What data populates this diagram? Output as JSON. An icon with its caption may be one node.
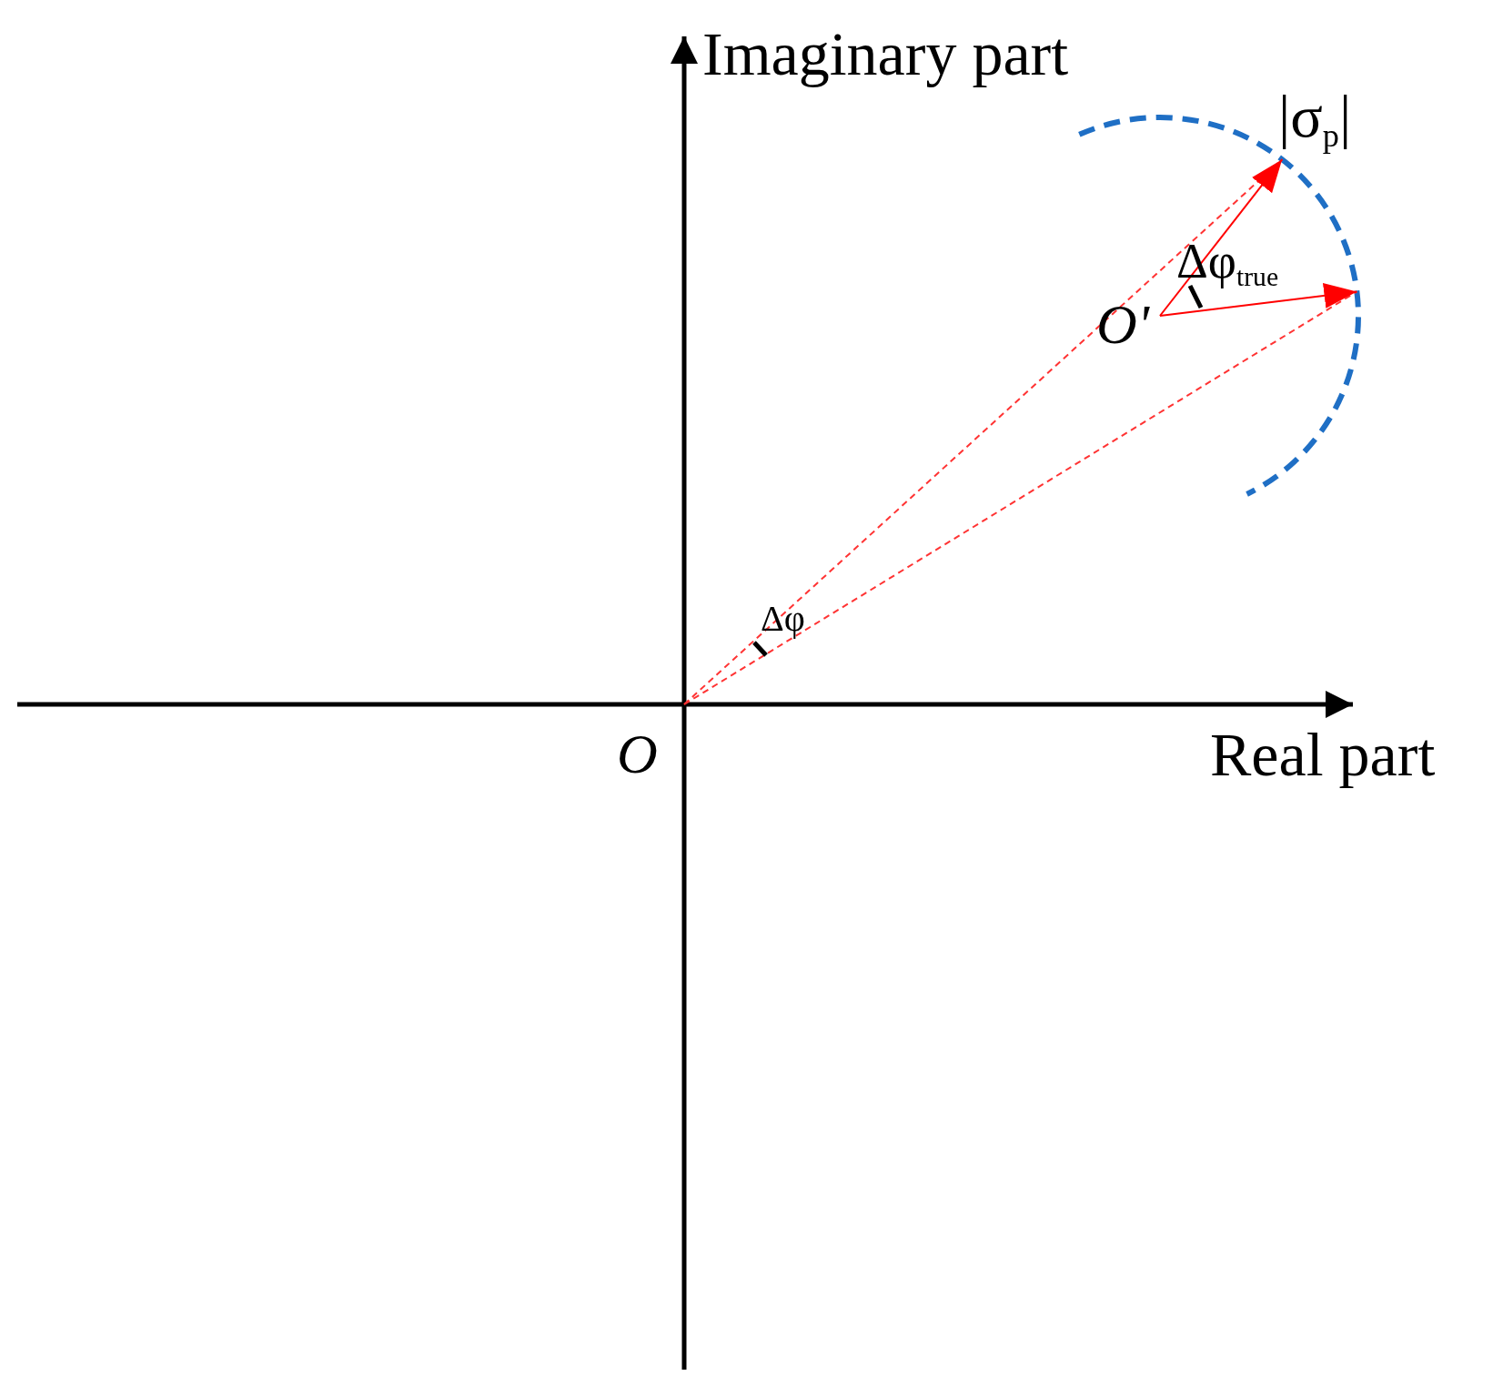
{
  "diagram": {
    "labels": [
      "Imaginary part",
      "|σ$_{p}$|",
      "Δφ$_{true}$",
      "O'",
      "Δφ",
      "O",
      "Real part"
    ]
  }
}
